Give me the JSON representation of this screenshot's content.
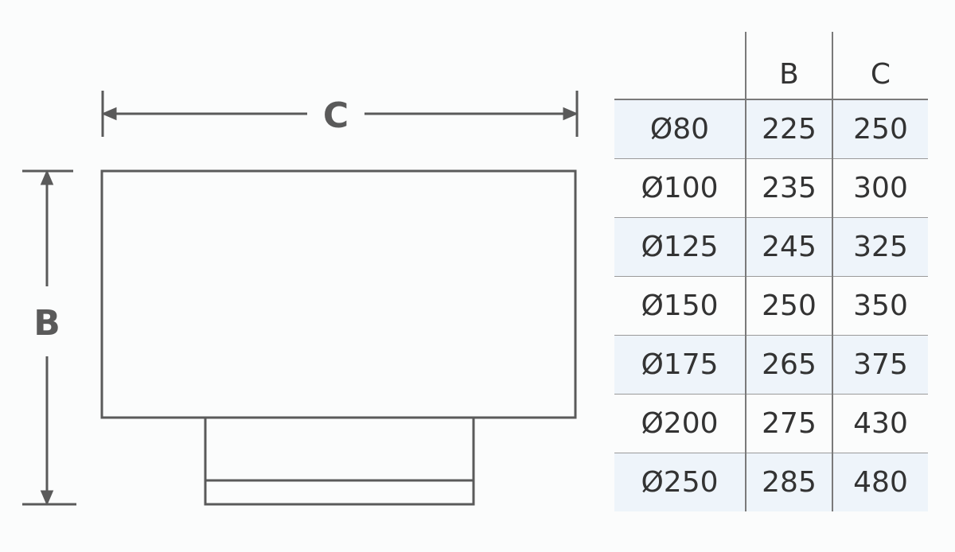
{
  "diagram": {
    "width_label": "C",
    "height_label": "B"
  },
  "table": {
    "headers": [
      "",
      "B",
      "C"
    ],
    "rows": [
      [
        "Ø80",
        "225",
        "250"
      ],
      [
        "Ø100",
        "235",
        "300"
      ],
      [
        "Ø125",
        "245",
        "325"
      ],
      [
        "Ø150",
        "250",
        "350"
      ],
      [
        "Ø175",
        "265",
        "375"
      ],
      [
        "Ø200",
        "275",
        "430"
      ],
      [
        "Ø250",
        "285",
        "480"
      ]
    ]
  }
}
